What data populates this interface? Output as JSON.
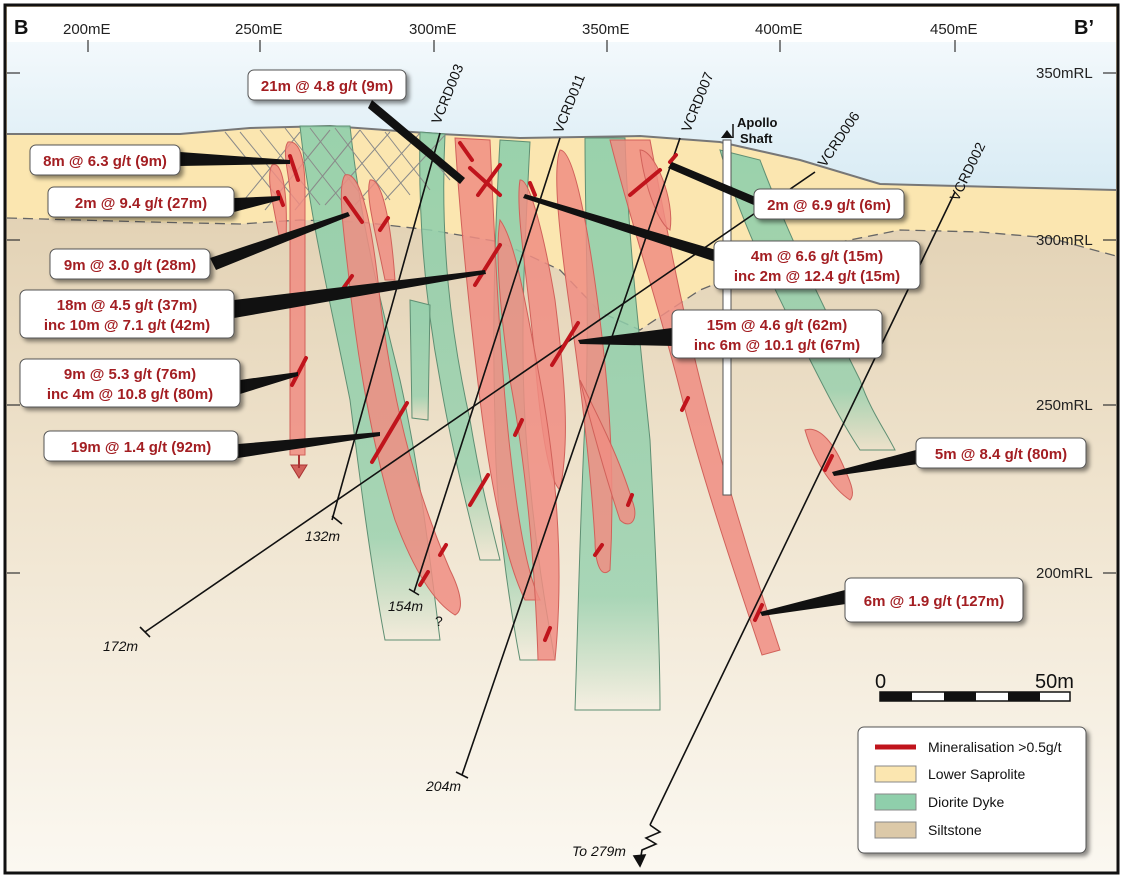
{
  "section": {
    "start_label": "B",
    "end_label": "B’"
  },
  "eastings": [
    "200mE",
    "250mE",
    "300mE",
    "350mE",
    "400mE",
    "450mE"
  ],
  "elevations": [
    "350mRL",
    "300mRL",
    "250mRL",
    "200mRL"
  ],
  "drill_holes": [
    {
      "name": "VCRD003",
      "depth": "132m"
    },
    {
      "name": "VCRD011",
      "depth": "154m"
    },
    {
      "name": "VCRD007",
      "depth": "204m"
    },
    {
      "name": "VCRD006",
      "depth": "172m"
    },
    {
      "name": "VCRD002",
      "depth": "To 279m"
    }
  ],
  "shaft": {
    "line1": "Apollo",
    "line2": "Shaft"
  },
  "uncertain_mark": "?",
  "intercepts": [
    {
      "lines": [
        "21m @ 4.8 g/t (9m)"
      ]
    },
    {
      "lines": [
        "8m @ 6.3 g/t (9m)"
      ]
    },
    {
      "lines": [
        "2m @ 9.4 g/t (27m)"
      ]
    },
    {
      "lines": [
        "9m @ 3.0 g/t (28m)"
      ]
    },
    {
      "lines": [
        "18m @ 4.5 g/t (37m)",
        "inc 10m @ 7.1 g/t (42m)"
      ]
    },
    {
      "lines": [
        "9m @ 5.3 g/t (76m)",
        "inc 4m @ 10.8 g/t (80m)"
      ]
    },
    {
      "lines": [
        "19m @ 1.4 g/t (92m)"
      ]
    },
    {
      "lines": [
        "2m @ 6.9 g/t (6m)"
      ]
    },
    {
      "lines": [
        "4m @ 6.6 g/t (15m)",
        "inc 2m @ 12.4 g/t (15m)"
      ]
    },
    {
      "lines": [
        "15m @ 4.6 g/t (62m)",
        "inc 6m @ 10.1 g/t (67m)"
      ]
    },
    {
      "lines": [
        "5m @ 8.4 g/t (80m)"
      ]
    },
    {
      "lines": [
        "6m @ 1.9 g/t (127m)"
      ]
    }
  ],
  "scale_bar": {
    "start": "0",
    "end": "50m"
  },
  "legend": [
    {
      "label": "Mineralisation >0.5g/t",
      "color": "#c0141c"
    },
    {
      "label": "Lower Saprolite",
      "color": "#fbe6b0"
    },
    {
      "label": "Diorite Dyke",
      "color": "#8fcfab"
    },
    {
      "label": "Siltstone",
      "color": "#dcc9a8"
    }
  ]
}
